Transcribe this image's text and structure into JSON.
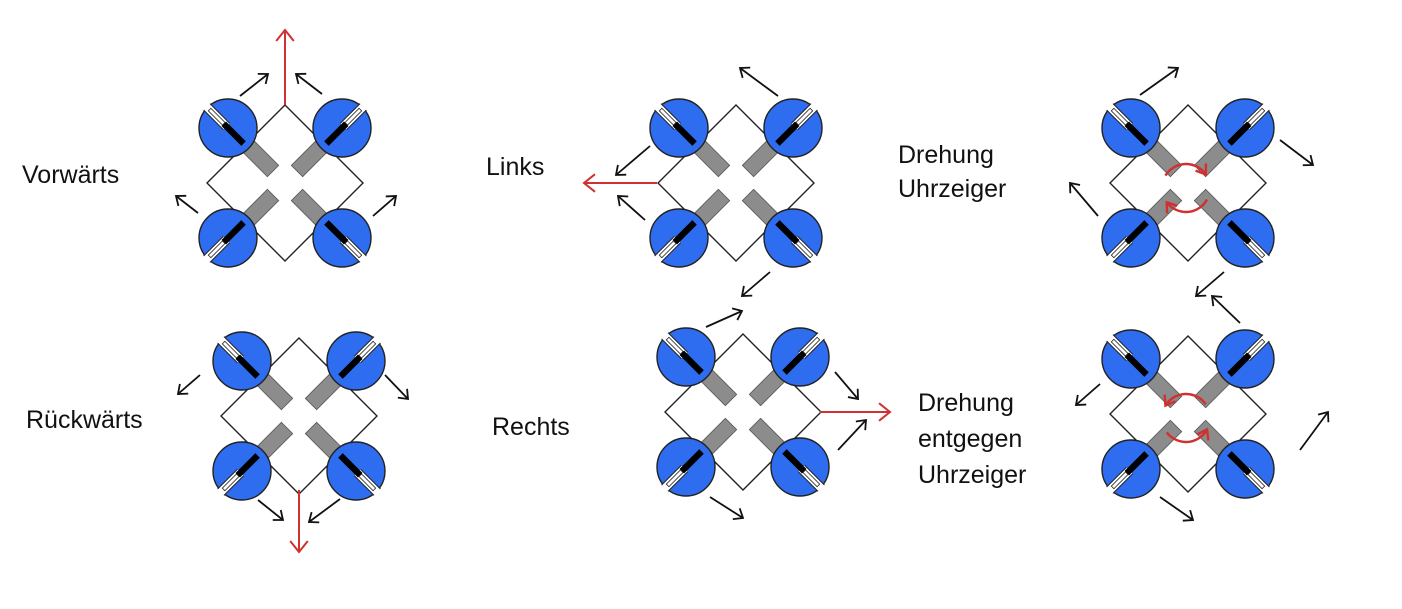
{
  "labels": {
    "vorwaerts": "Vorwärts",
    "rueckwaerts": "Rückwärts",
    "links": "Links",
    "rechts": "Rechts",
    "cw_line1": "Drehung",
    "cw_line2": "Uhrzeiger",
    "ccw_line1": "Drehung",
    "ccw_line2": "entgegen",
    "ccw_line3": "Uhrzeiger"
  },
  "colors": {
    "propeller": "#2f6df0",
    "motion_arrow": "#d03030",
    "thrust_arrow": "#111111",
    "arm_block": "#8c8c8c",
    "frame": "#222222"
  }
}
